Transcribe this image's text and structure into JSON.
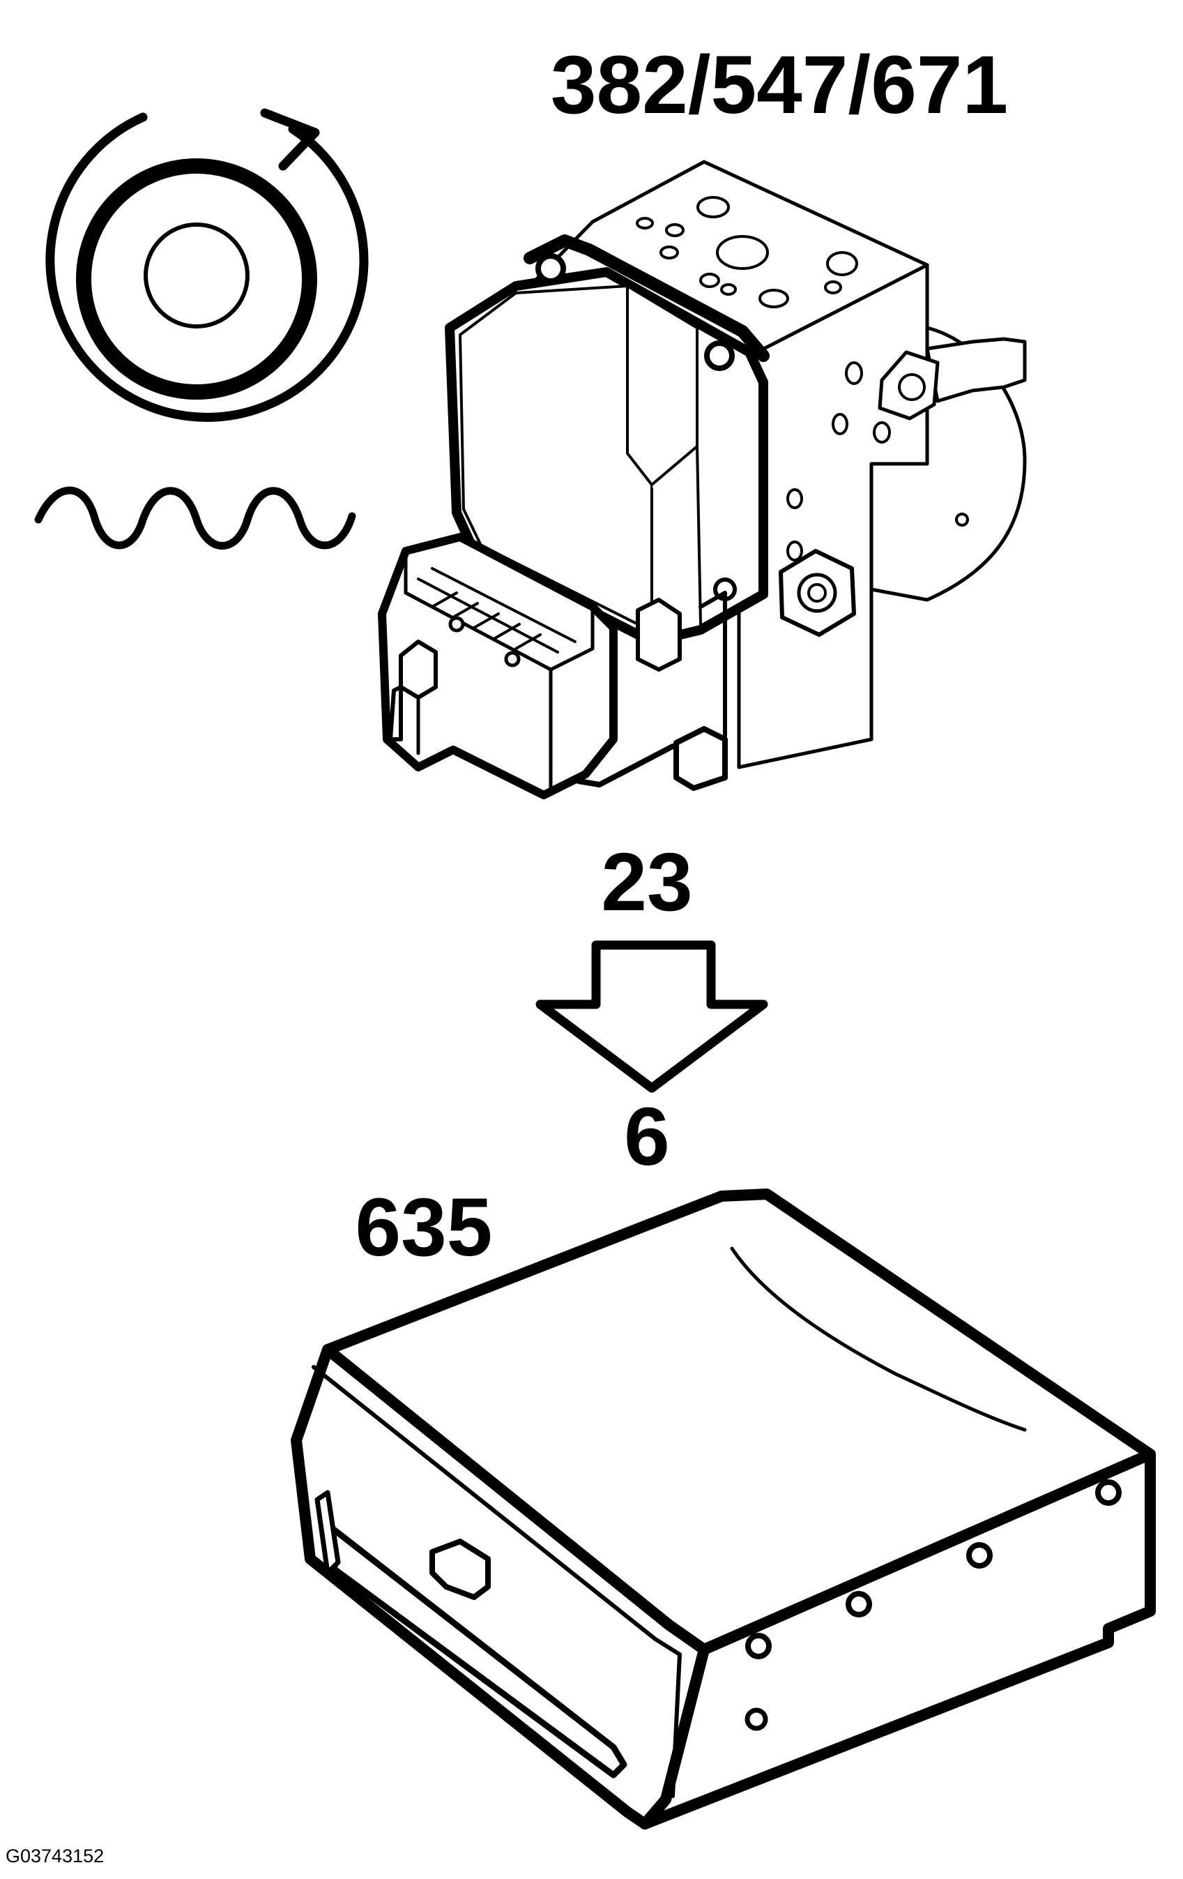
{
  "labels": {
    "part_numbers_top": "382/547/671",
    "arrow_top_number": "23",
    "arrow_bottom_number": "6",
    "module_number": "635",
    "figure_code": "G03743152"
  },
  "colors": {
    "line": "#000000",
    "background": "#ffffff"
  },
  "icons": [
    "rotation-icon",
    "vibration-wave-icon",
    "down-arrow-icon"
  ]
}
